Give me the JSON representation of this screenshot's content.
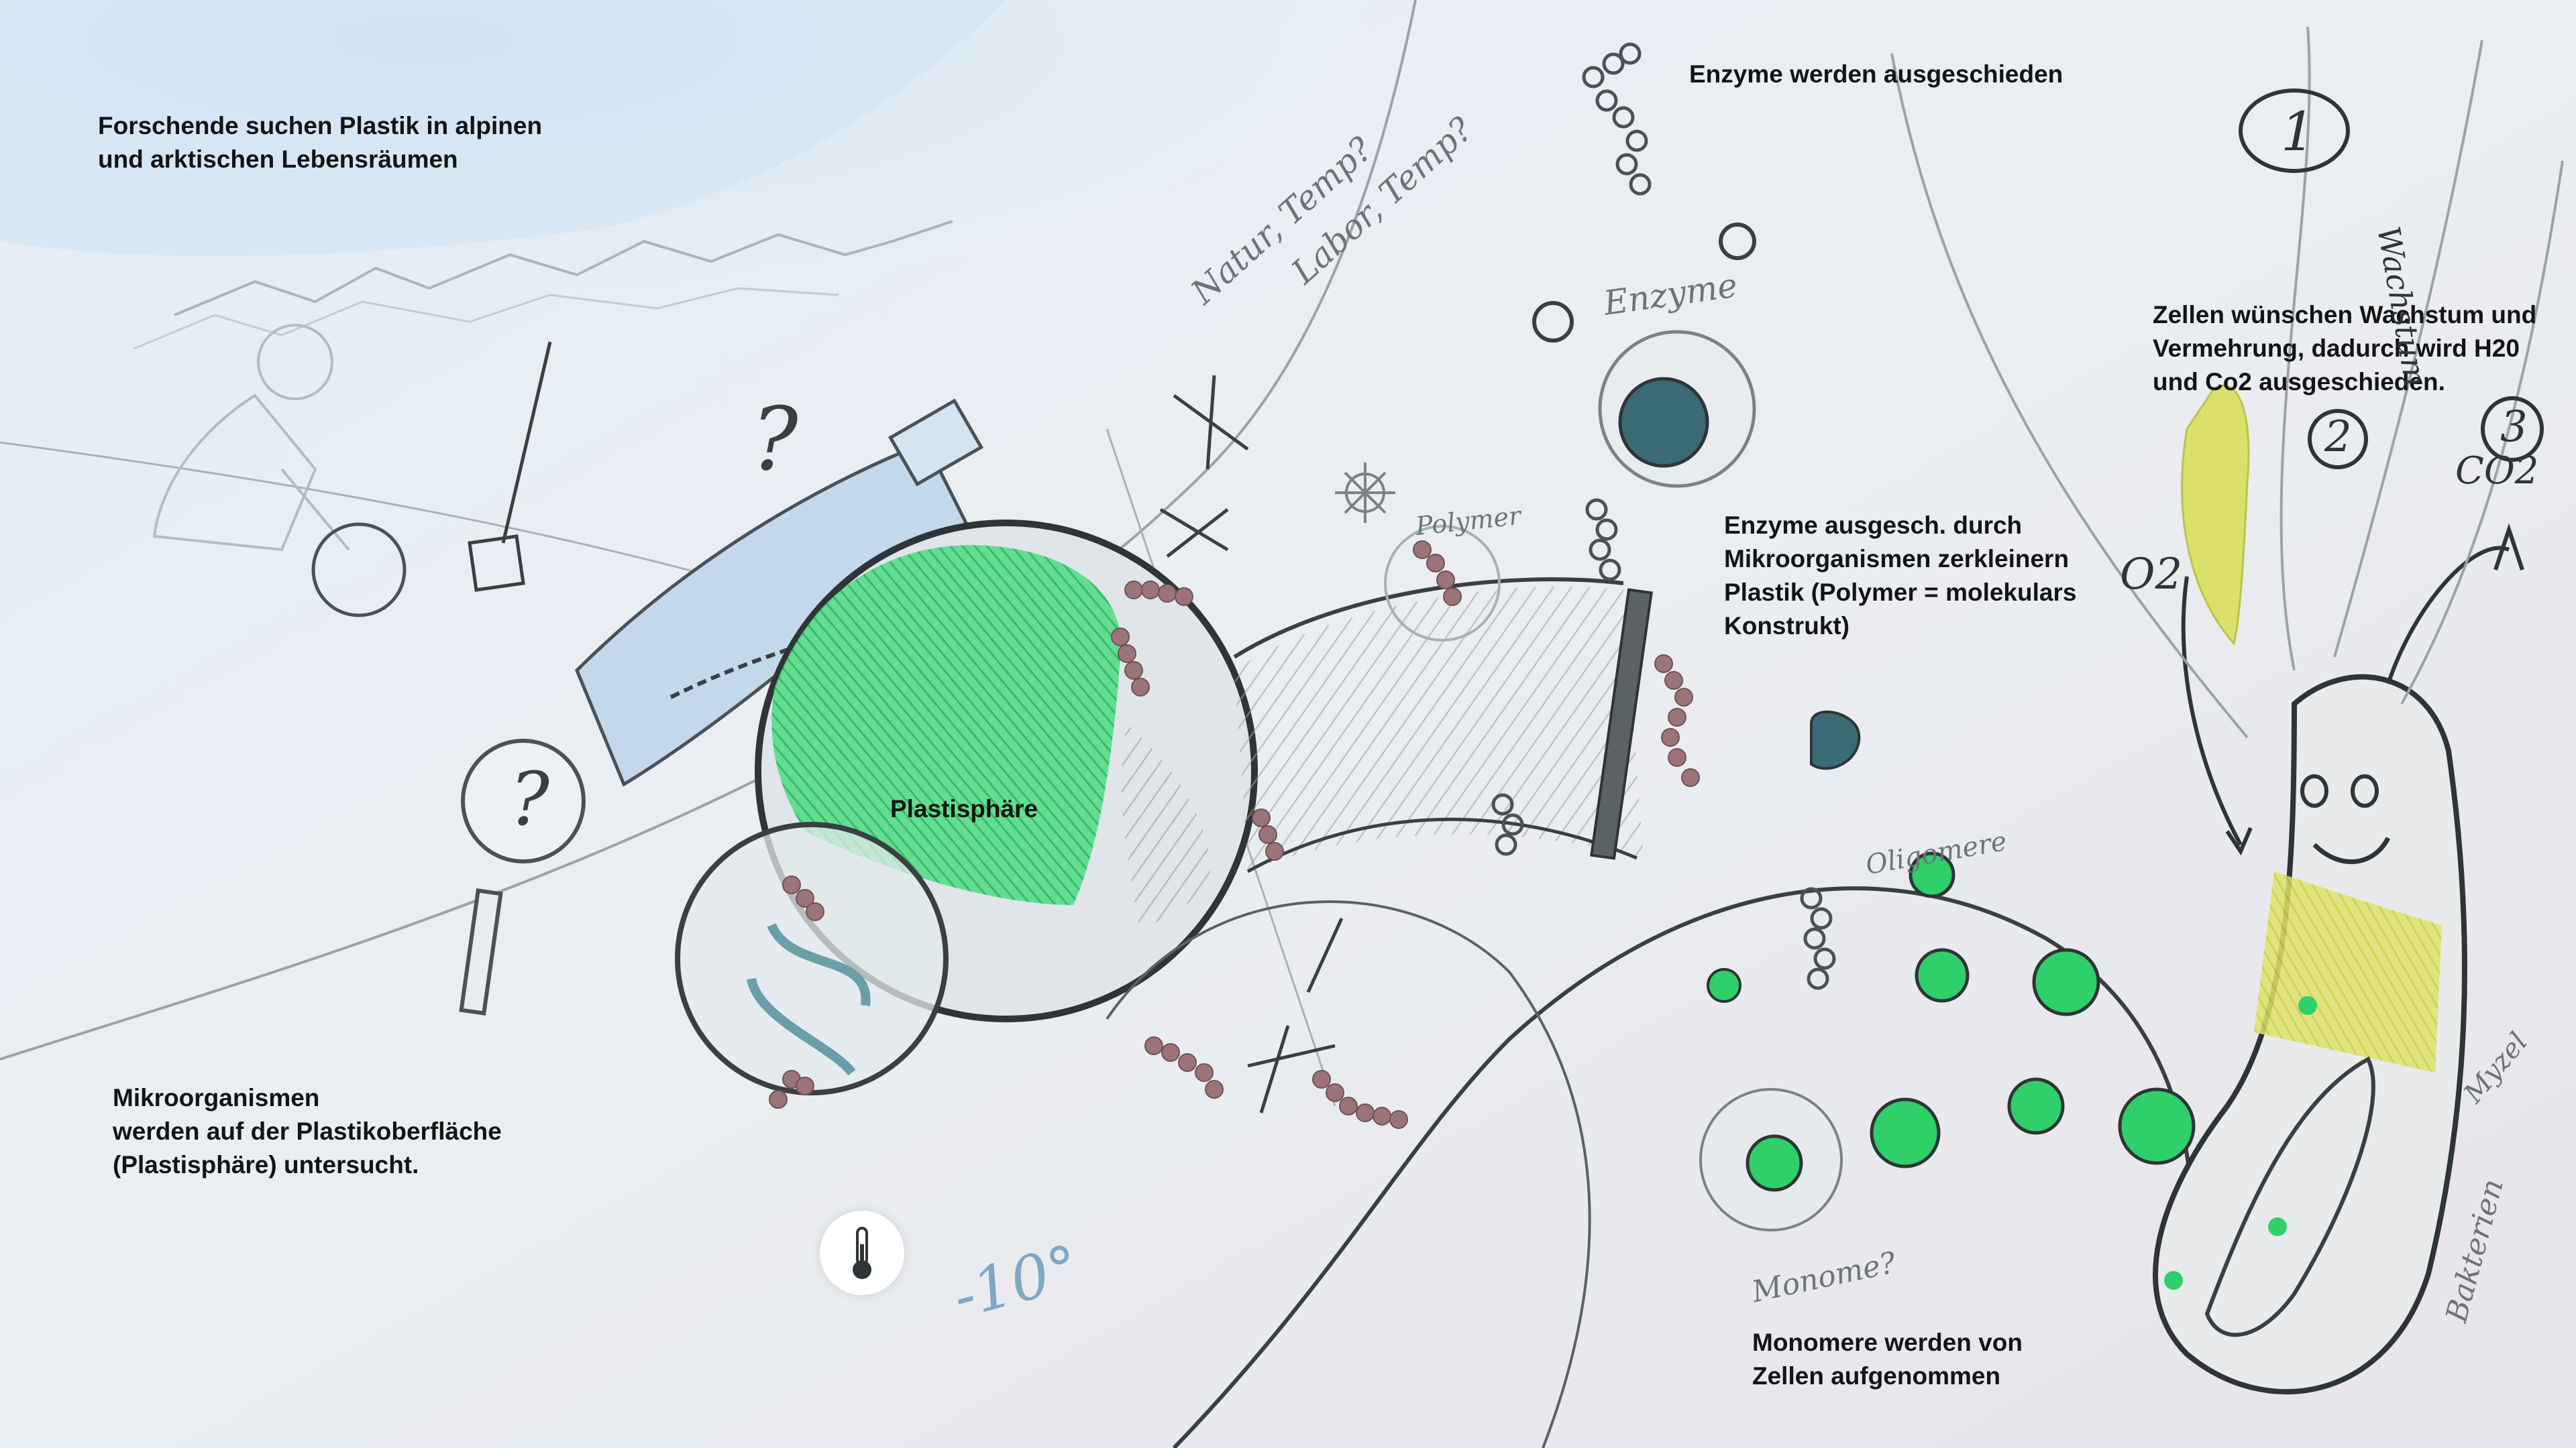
{
  "labels": {
    "researchers": [
      "Forschende suchen Plastik in alpinen",
      "und arktischen Lebensräumen"
    ],
    "enzymes_secreted": "Enzyme werden ausgeschieden",
    "cells_growth": [
      "Zellen wünschen Wachstum und",
      "Vermehrung, dadurch wird H20",
      "und Co2 ausgeschieden."
    ],
    "plastisphere": "Plastisphäre",
    "enzymes_shred": [
      "Enzyme ausgesch. durch",
      "Mikroorganismen zerkleinern",
      "Plastik (Polymer = molekulars",
      "Konstrukt)"
    ],
    "microorganisms": [
      "Mikroorganismen",
      "werden auf der Plastikoberfläche",
      "(Plastisphäre) untersucht."
    ],
    "monomers_absorbed": [
      "Monomere werden von",
      "Zellen  aufgenommen"
    ]
  },
  "sketch_notes": {
    "enzyme": "Enzyme",
    "nature_temp": "Natur, Temp?",
    "lab_temp": "Labor, Temp?",
    "question": "?",
    "temperature": "-10°",
    "step1": "1",
    "step2": "2",
    "step3": "3",
    "o2": "O2",
    "co2": "CO2",
    "monomers": "Monome?",
    "oligomers": "Oligomere",
    "polymer": "Polymer",
    "growth": "Wachstum",
    "mycel": "Myzel",
    "bacteria": "Bakterien"
  },
  "colors": {
    "plastic_green": "#2fcf6a",
    "enzyme_teal": "#3a6a74",
    "bead_rose": "#9b7479",
    "pencil": "#3a3f42",
    "cell_yellow": "#d9df5c",
    "sky_blue": "#cfe4f3"
  },
  "icons": [
    "thermometer-icon",
    "magnifier-icon",
    "bottle-icon",
    "sign-icon",
    "virus-icon"
  ]
}
